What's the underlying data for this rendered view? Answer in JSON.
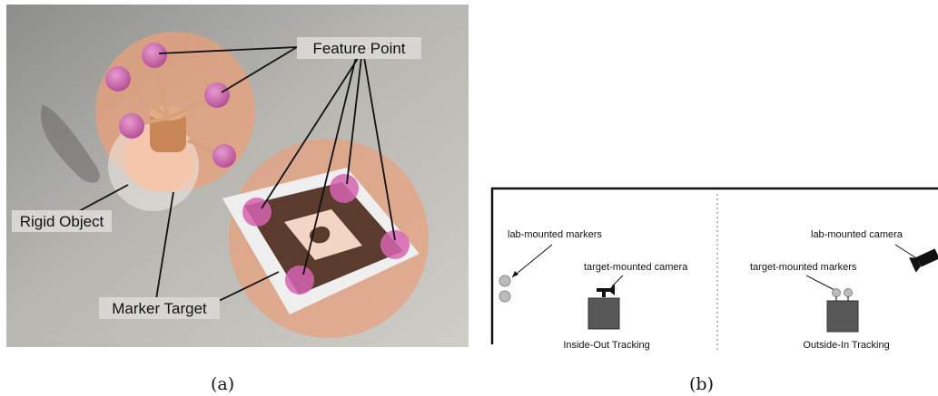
{
  "figure": {
    "panel_a": {
      "caption": "(a)",
      "labels": {
        "feature_point": "Feature Point",
        "rigid_object": "Rigid Object",
        "marker_target": "Marker Target"
      }
    },
    "panel_b": {
      "caption": "(b)",
      "labels": {
        "lab_mounted_markers": "lab-mounted markers",
        "target_mounted_camera": "target-mounted camera",
        "inside_out_tracking": "Inside-Out Tracking",
        "target_mounted_markers": "target-mounted markers",
        "lab_mounted_camera": "lab-mounted camera",
        "outside_in_tracking": "Outside-In Tracking"
      }
    },
    "colors": {
      "feature_highlight": "#e9a07a",
      "feature_point": "#d664b0",
      "box": "#555555"
    }
  }
}
